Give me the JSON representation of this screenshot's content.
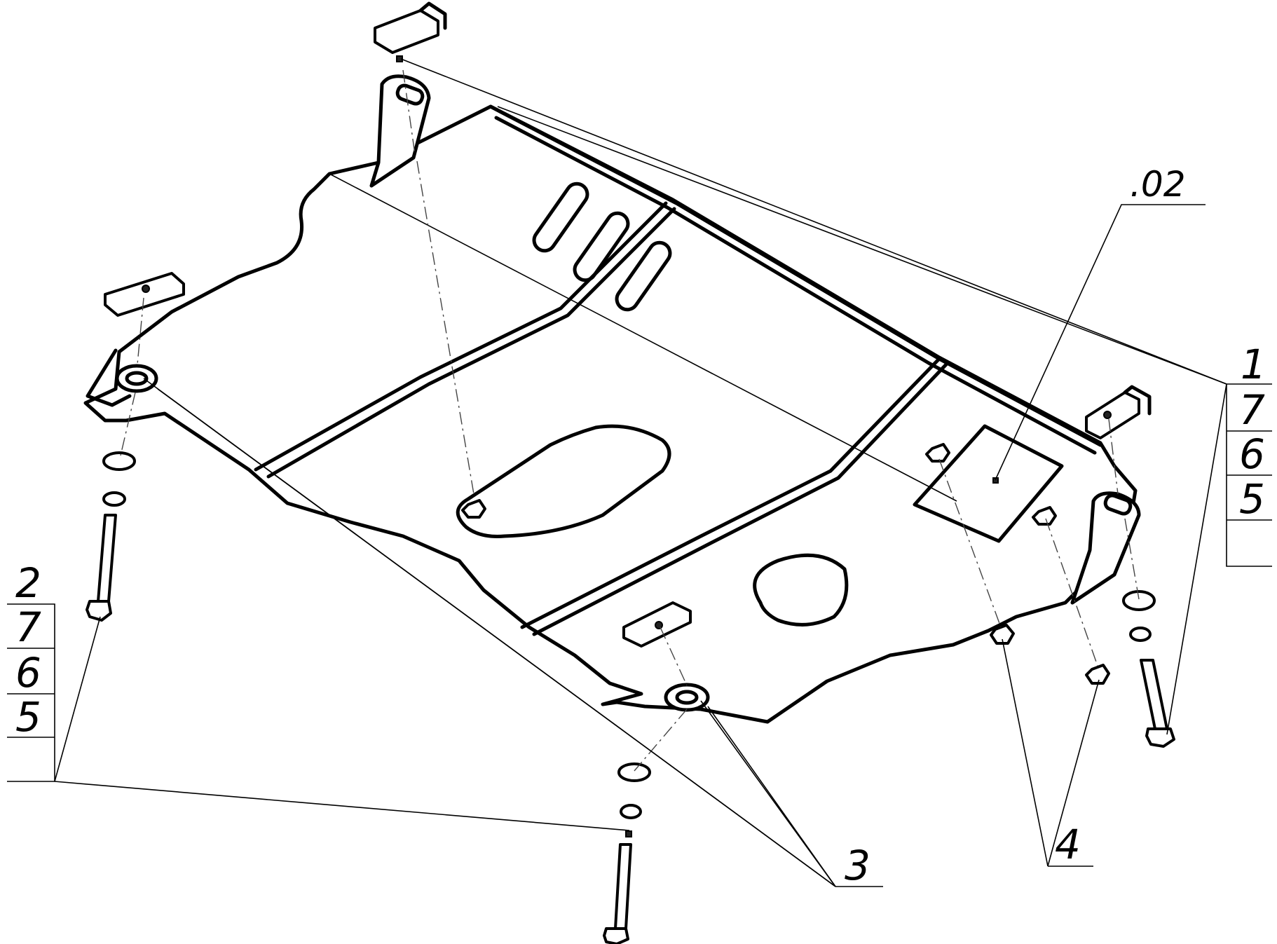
{
  "callouts": {
    "right_stack": [
      "1",
      "7",
      "6",
      "5"
    ],
    "left_stack": [
      "2",
      "7",
      "6",
      "5"
    ],
    "label_02": ".02",
    "label_3": "3",
    "label_4": "4"
  }
}
